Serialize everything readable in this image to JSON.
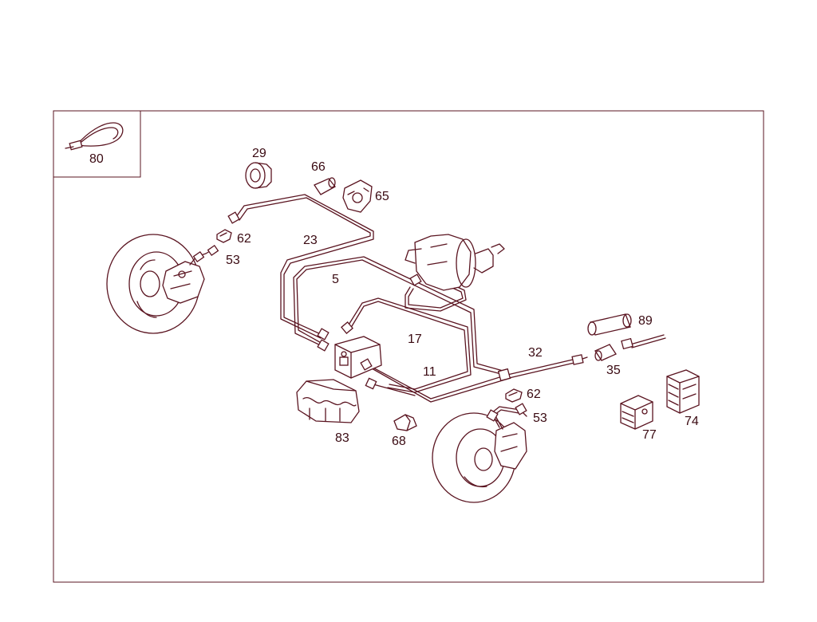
{
  "diagram": {
    "line_color": "#5a1420",
    "label_color": "#3a0a12",
    "background": "#ffffff",
    "inset_label": "80",
    "labels": {
      "l29": "29",
      "l66": "66",
      "l65": "65",
      "l62a": "62",
      "l53a": "53",
      "l23": "23",
      "l5": "5",
      "l17": "17",
      "l11": "11",
      "l32": "32",
      "l89": "89",
      "l35": "35",
      "l62b": "62",
      "l53b": "53",
      "l83": "83",
      "l68": "68",
      "l77": "77",
      "l74": "74"
    }
  }
}
